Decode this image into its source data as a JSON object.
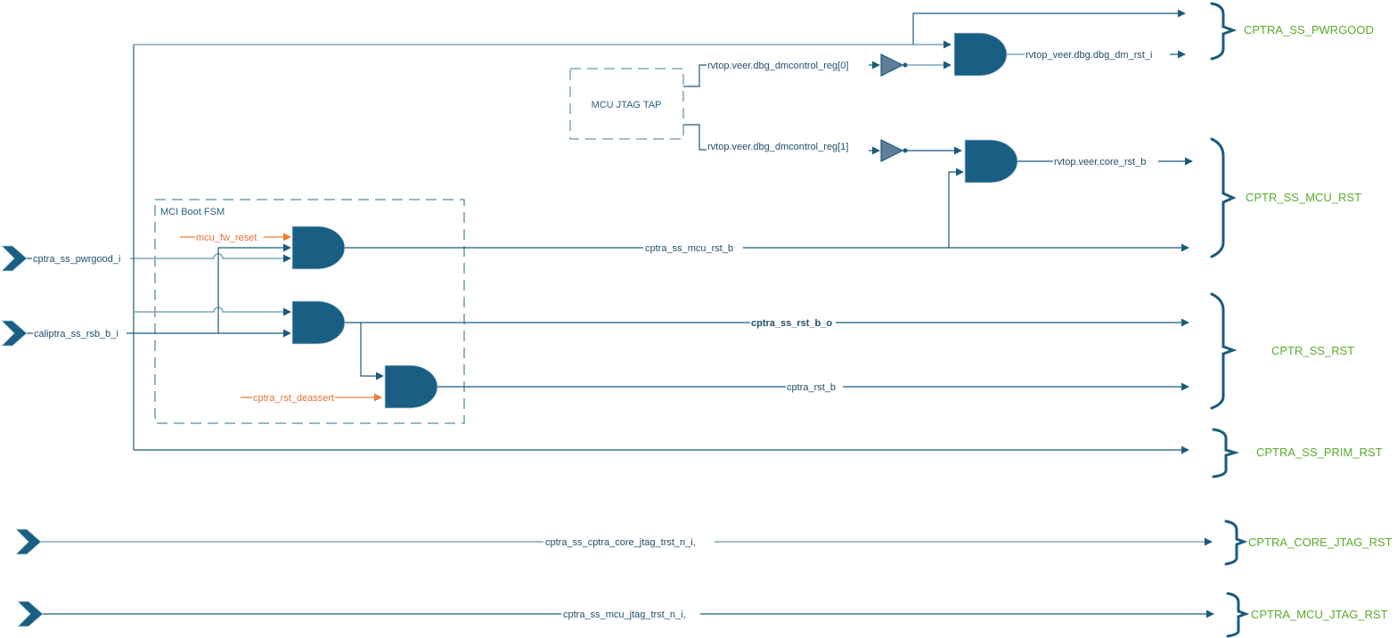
{
  "diagram": {
    "blocks": {
      "mci_boot_fsm": "MCI Boot FSM",
      "mcu_jtag_tap": "MCU JTAG TAP"
    },
    "inputs": {
      "pwrgood": "cptra_ss_pwrgood_i",
      "rsb": "caliptra_ss_rsb_b_i",
      "core_jtag": "cptra_ss_cptra_core_jtag_trst_n_i,",
      "mcu_jtag": "cptra_ss_mcu_jtag_trst_n_i,"
    },
    "internal_signals": {
      "mcu_fw_reset": "mcu_fw_reset",
      "cptra_rst_deassert": "cptra_rst_deassert",
      "dmcontrol0": "rvtop.veer.dbg_dmcontrol_reg[0]",
      "dmcontrol1": "rvtop.veer.dbg_dmcontrol_reg[1]"
    },
    "outputs": {
      "dbg_dm_rst": "rvtop_veer.dbg.dbg_dm_rst_i",
      "core_rst": "rvtop.veer.core_rst_b",
      "mcu_rst": "cptra_ss_mcu_rst_b",
      "ss_rst_o": "cptra_ss_rst_b_o",
      "cptra_rst": "cptra_rst_b"
    },
    "groups": {
      "pwrgood": "CPTRA_SS_PWRGOOD",
      "mcu_rst": "CPTR_SS_MCU_RST",
      "ss_rst": "CPTR_SS_RST",
      "prim_rst": "CPTRA_SS_PRIM_RST",
      "core_jtag_rst": "CPTRA_CORE_JTAG_RST",
      "mcu_jtag_rst": "CPTRA_MCU_JTAG_RST"
    },
    "colors": {
      "wire": "#1a5b7e",
      "gate": "#185f83",
      "fsm_input": "#ed7d31",
      "group_label": "#5aab2a"
    }
  }
}
